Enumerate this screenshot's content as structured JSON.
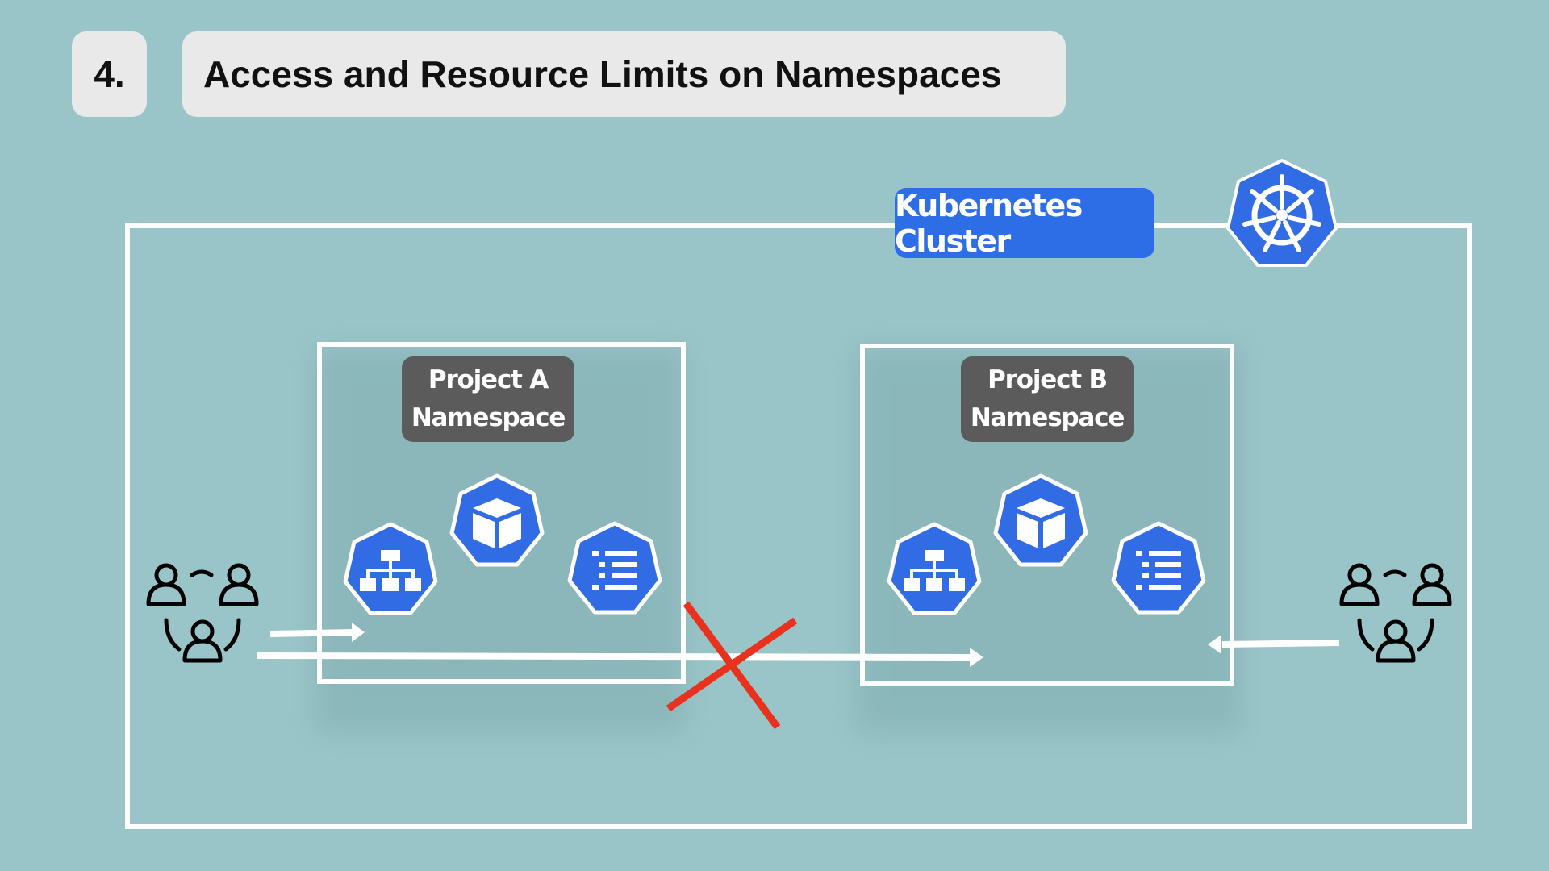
{
  "slide": {
    "number": "4.",
    "title": "Access and Resource Limits on Namespaces"
  },
  "cluster": {
    "label": "Kubernetes Cluster",
    "logo_icon": "kubernetes-helm-icon"
  },
  "namespaces": [
    {
      "line1": "Project A",
      "line2": "Namespace",
      "icons": [
        "service-icon",
        "pod-icon",
        "config-list-icon"
      ]
    },
    {
      "line1": "Project B",
      "line2": "Namespace",
      "icons": [
        "service-icon",
        "pod-icon",
        "config-list-icon"
      ]
    }
  ],
  "users": [
    "user-group-icon",
    "user-group-icon"
  ],
  "colors": {
    "background": "#9ac5c8",
    "k8s_blue": "#2d6ee6",
    "label_gray": "#5b5b5b",
    "deny_red": "#e8321e",
    "pill": "#e9e9e9"
  }
}
